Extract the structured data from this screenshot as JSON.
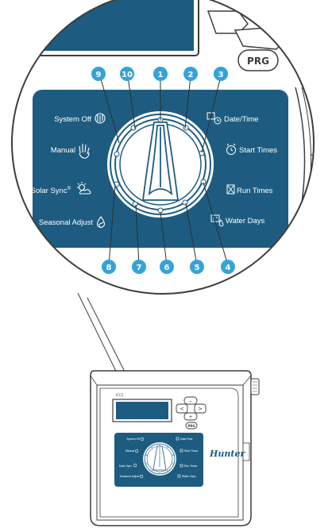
{
  "title": "",
  "dial_labels_left": [
    "System Off",
    "Manual",
    "Solar Sync",
    "Seasonal Adjust"
  ],
  "dial_labels_right": [
    "Date/Time",
    "Start Times",
    "Run Times",
    "Water Days"
  ],
  "solar_sync_mark": "®",
  "dial_numbers_top": [
    "9",
    "10",
    "1",
    "2",
    "3"
  ],
  "dial_numbers_bottom": [
    "8",
    "7",
    "6",
    "5",
    "4"
  ],
  "buttons": {
    "prg": "PRG",
    "prev": "<",
    "next": ">",
    "minus": "−",
    "plus": "+"
  },
  "model_label": "ICC2",
  "brand": "Hunter",
  "brand_partial": "H",
  "colors": {
    "panel": "#1d5c80",
    "badge": "#34a3d8",
    "line": "#3d3d3d"
  },
  "icons": [
    "system-off-icon",
    "manual-hand-icon",
    "solar-sync-icon",
    "seasonal-adjust-icon",
    "date-time-icon",
    "start-times-icon",
    "run-times-icon",
    "water-days-icon"
  ]
}
